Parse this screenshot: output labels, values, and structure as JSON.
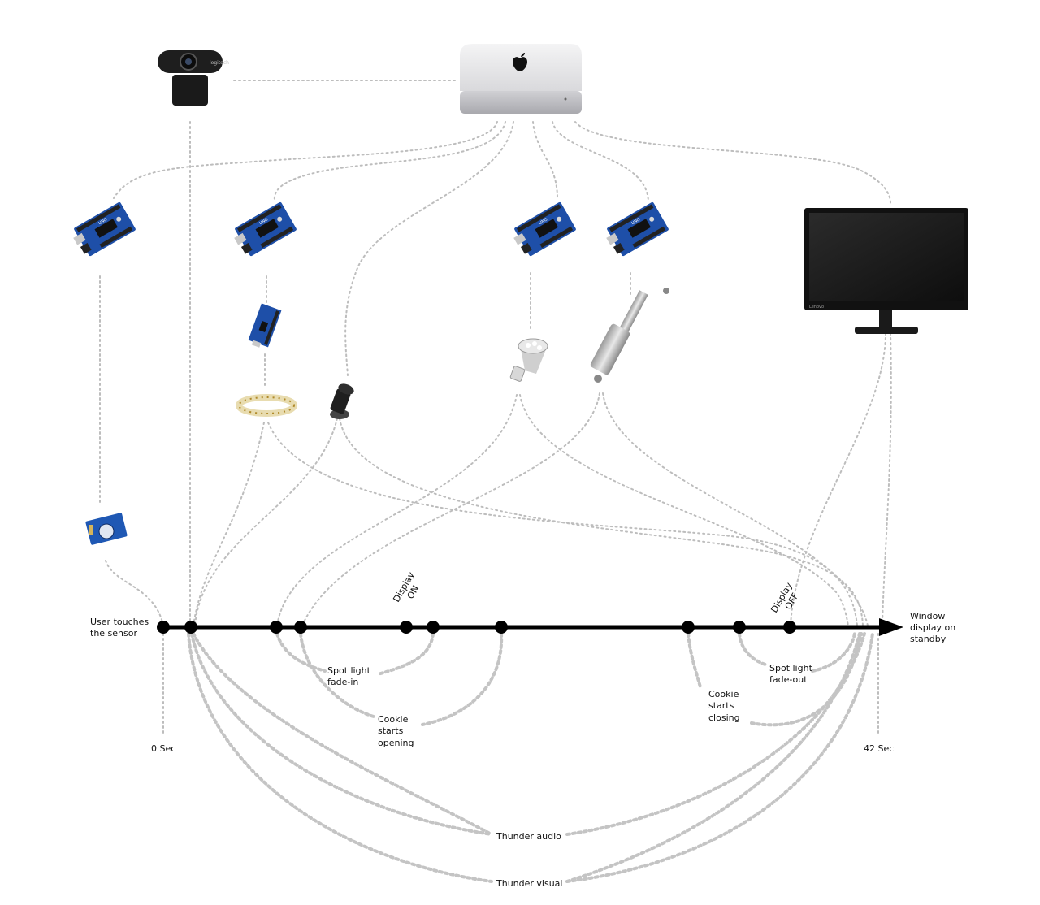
{
  "labels": {
    "user_touch": [
      "User touches",
      "the sensor"
    ],
    "window_standby": [
      "Window",
      "display on",
      "standby"
    ],
    "zero_sec": "0 Sec",
    "end_sec": "42 Sec",
    "display_on": [
      "Display",
      "ON"
    ],
    "display_off": [
      "Display",
      "OFF"
    ],
    "spot_fade_in": [
      "Spot light",
      "fade-in"
    ],
    "cookie_opening": [
      "Cookie",
      "starts",
      "opening"
    ],
    "cookie_closing": [
      "Cookie",
      "starts",
      "closing"
    ],
    "spot_fade_out": [
      "Spot light",
      "fade-out"
    ],
    "thunder_audio": "Thunder audio",
    "thunder_visual": "Thunder visual"
  },
  "device_text": {
    "webcam_brand": "logitech",
    "monitor_brand": "Lenovo"
  },
  "colors": {
    "connector": "#bdbdbd",
    "timeline": "#000000",
    "arduino_blue": "#1e4fa8",
    "mac_silver": "#e4e4e6"
  }
}
